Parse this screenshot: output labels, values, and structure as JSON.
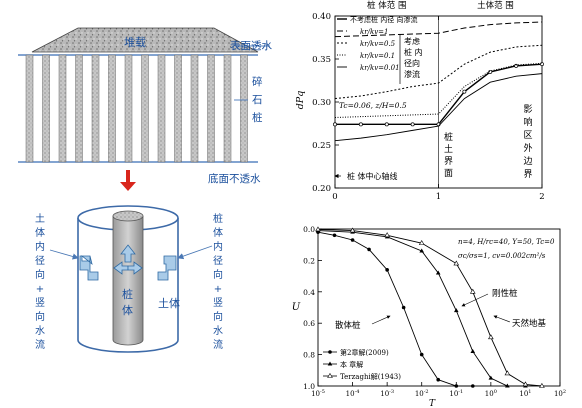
{
  "foundation": {
    "embankment": "堆载",
    "top_surface": "表面透水",
    "gravel_pile": [
      "碎",
      "石",
      "桩"
    ],
    "bottom_surface": "底面不透水"
  },
  "unit_cell": {
    "pile_label": [
      "桩",
      "体"
    ],
    "soil_label": "土体",
    "left_label": [
      "土",
      "体",
      "内",
      "径",
      "向",
      "+",
      "竖",
      "向",
      "水",
      "流"
    ],
    "right_label": [
      "桩",
      "体",
      "内",
      "径",
      "向",
      "+",
      "竖",
      "向",
      "水",
      "流"
    ]
  },
  "chart_data": [
    {
      "type": "line",
      "region_labels": [
        "桩 体范 围",
        "土体范 围"
      ],
      "ylabel": "dPq",
      "xlim": [
        0,
        2
      ],
      "ylim": [
        0.2,
        0.4
      ],
      "xticks": [
        "0",
        "1",
        "2"
      ],
      "yticks": [
        "0.20",
        "0.25",
        "0.30",
        "0.35",
        "0.40"
      ],
      "legend": [
        "不考虑桩 内径 向渗流",
        "kr/kv=1",
        "kr/kv=0.5",
        "kr/kv=0.1",
        "kr/kv=0.01"
      ],
      "legend_side_text": [
        "考虑",
        "桩 内",
        "径向",
        "渗流"
      ],
      "param_text": "Tc=0.06, z/H=0.5",
      "annotations": {
        "centerline": "桩 体中心轴线",
        "interface": [
          "桩",
          "土",
          "界",
          "面"
        ],
        "boundary": [
          "影",
          "响",
          "区",
          "外",
          "边",
          "界"
        ]
      },
      "series": [
        {
          "x": [
            0,
            0.25,
            0.5,
            0.75,
            1.0,
            1.25,
            1.5,
            1.75,
            2.0
          ],
          "values": [
            0.274,
            0.274,
            0.274,
            0.274,
            0.274,
            0.312,
            0.335,
            0.342,
            0.344
          ]
        },
        {
          "x": [
            0,
            0.25,
            0.5,
            0.75,
            1.0,
            1.25,
            1.5,
            1.75,
            2.0
          ],
          "values": [
            0.376,
            0.377,
            0.378,
            0.379,
            0.38,
            0.386,
            0.39,
            0.392,
            0.393
          ]
        },
        {
          "x": [
            0,
            0.25,
            0.5,
            0.75,
            1.0,
            1.25,
            1.5,
            1.75,
            2.0
          ],
          "values": [
            0.304,
            0.307,
            0.312,
            0.318,
            0.322,
            0.344,
            0.358,
            0.364,
            0.366
          ]
        },
        {
          "x": [
            0,
            0.25,
            0.5,
            0.75,
            1.0,
            1.25,
            1.5,
            1.75,
            2.0
          ],
          "values": [
            0.282,
            0.283,
            0.284,
            0.285,
            0.286,
            0.318,
            0.336,
            0.343,
            0.345
          ]
        },
        {
          "x": [
            0,
            0.25,
            0.5,
            0.75,
            1.0,
            1.25,
            1.5,
            1.75,
            2.0
          ],
          "values": [
            0.255,
            0.258,
            0.262,
            0.267,
            0.272,
            0.304,
            0.323,
            0.33,
            0.333
          ]
        }
      ]
    },
    {
      "type": "line",
      "xlabel": "T",
      "ylabel": "U",
      "xscale": "log",
      "xlim": [
        1e-05,
        100
      ],
      "ylim": [
        0,
        1.0
      ],
      "y_inverted": true,
      "xtick_exponents": [
        "-5",
        "-4",
        "-3",
        "-2",
        "-1",
        "0",
        "1",
        "2"
      ],
      "yticks": [
        "0.0",
        "0.2",
        "0.4",
        "0.6",
        "0.8",
        "1.0"
      ],
      "param_lines": [
        "n=4, H/rc=40, Y=50, Tc=0",
        "σc/σs=1, cv=0.002cm²/s"
      ],
      "curve_labels": [
        "刚性桩",
        "散体桩",
        "天然地基"
      ],
      "legend": [
        "第2章解(2009)",
        "本 章解",
        "Terzaghi解(1943)"
      ],
      "series": [
        {
          "x": [
            1e-05,
            3e-05,
            0.0001,
            0.0003,
            0.001,
            0.003,
            0.01,
            0.03,
            0.1,
            0.3
          ],
          "values": [
            0.02,
            0.04,
            0.07,
            0.13,
            0.26,
            0.5,
            0.8,
            0.96,
            1.0,
            1.0
          ]
        },
        {
          "x": [
            1e-05,
            0.0001,
            0.001,
            0.01,
            0.03,
            0.1,
            0.3,
            1,
            3,
            10
          ],
          "values": [
            0.01,
            0.02,
            0.05,
            0.14,
            0.28,
            0.52,
            0.78,
            0.95,
            1.0,
            1.0
          ]
        },
        {
          "x": [
            1e-05,
            0.0001,
            0.001,
            0.01,
            0.1,
            0.3,
            1,
            3,
            10,
            30
          ],
          "values": [
            0.003,
            0.01,
            0.04,
            0.09,
            0.22,
            0.4,
            0.69,
            0.92,
            0.99,
            1.0
          ]
        }
      ]
    }
  ]
}
